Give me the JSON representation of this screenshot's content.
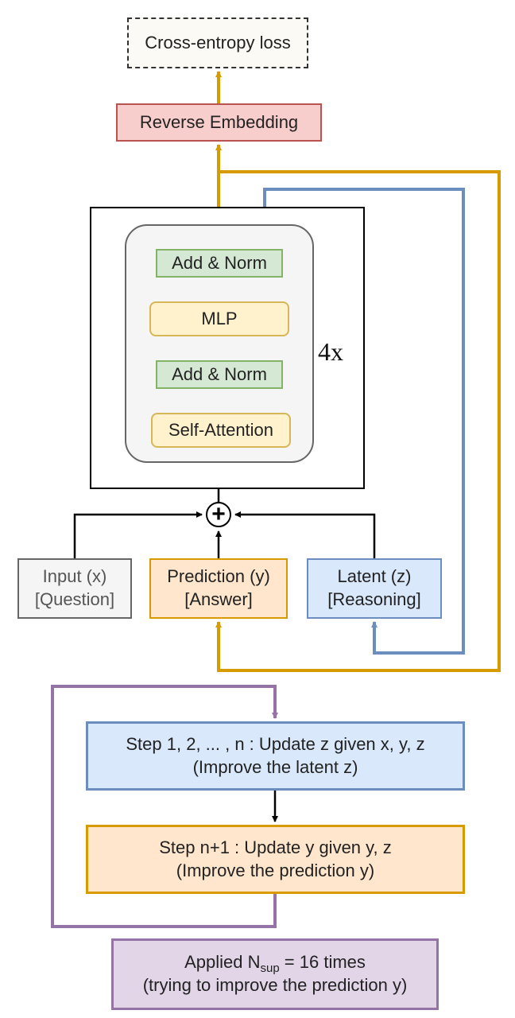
{
  "loss": {
    "label": "Cross-entropy loss"
  },
  "reverse_embedding": {
    "label": "Reverse Embedding"
  },
  "transformer": {
    "repeat": "4x",
    "add_norm_top": "Add & Norm",
    "mlp": "MLP",
    "add_norm_bottom": "Add & Norm",
    "self_attention": "Self-Attention"
  },
  "combine": {
    "symbol": "+"
  },
  "inputs": {
    "input": {
      "line1": "Input (x)",
      "line2": "[Question]"
    },
    "prediction": {
      "line1": "Prediction (y)",
      "line2": "[Answer]"
    },
    "latent": {
      "line1": "Latent (z)",
      "line2": "[Reasoning]"
    }
  },
  "steps": {
    "step1": {
      "line1": "Step 1, 2, ... , n : Update z given x, y, z",
      "line2": "(Improve the latent z)"
    },
    "step2": {
      "line1": "Step n+1 : Update y given y, z",
      "line2": "(Improve the prediction y)"
    }
  },
  "applied": {
    "prefix": "Applied N",
    "subscript": "sup",
    "suffix": " = 16 times",
    "line2": "(trying to improve the prediction y)"
  },
  "colors": {
    "gold": "#d79b00",
    "blue": "#6c8ebf",
    "purple": "#9673a6",
    "black": "#000000"
  }
}
